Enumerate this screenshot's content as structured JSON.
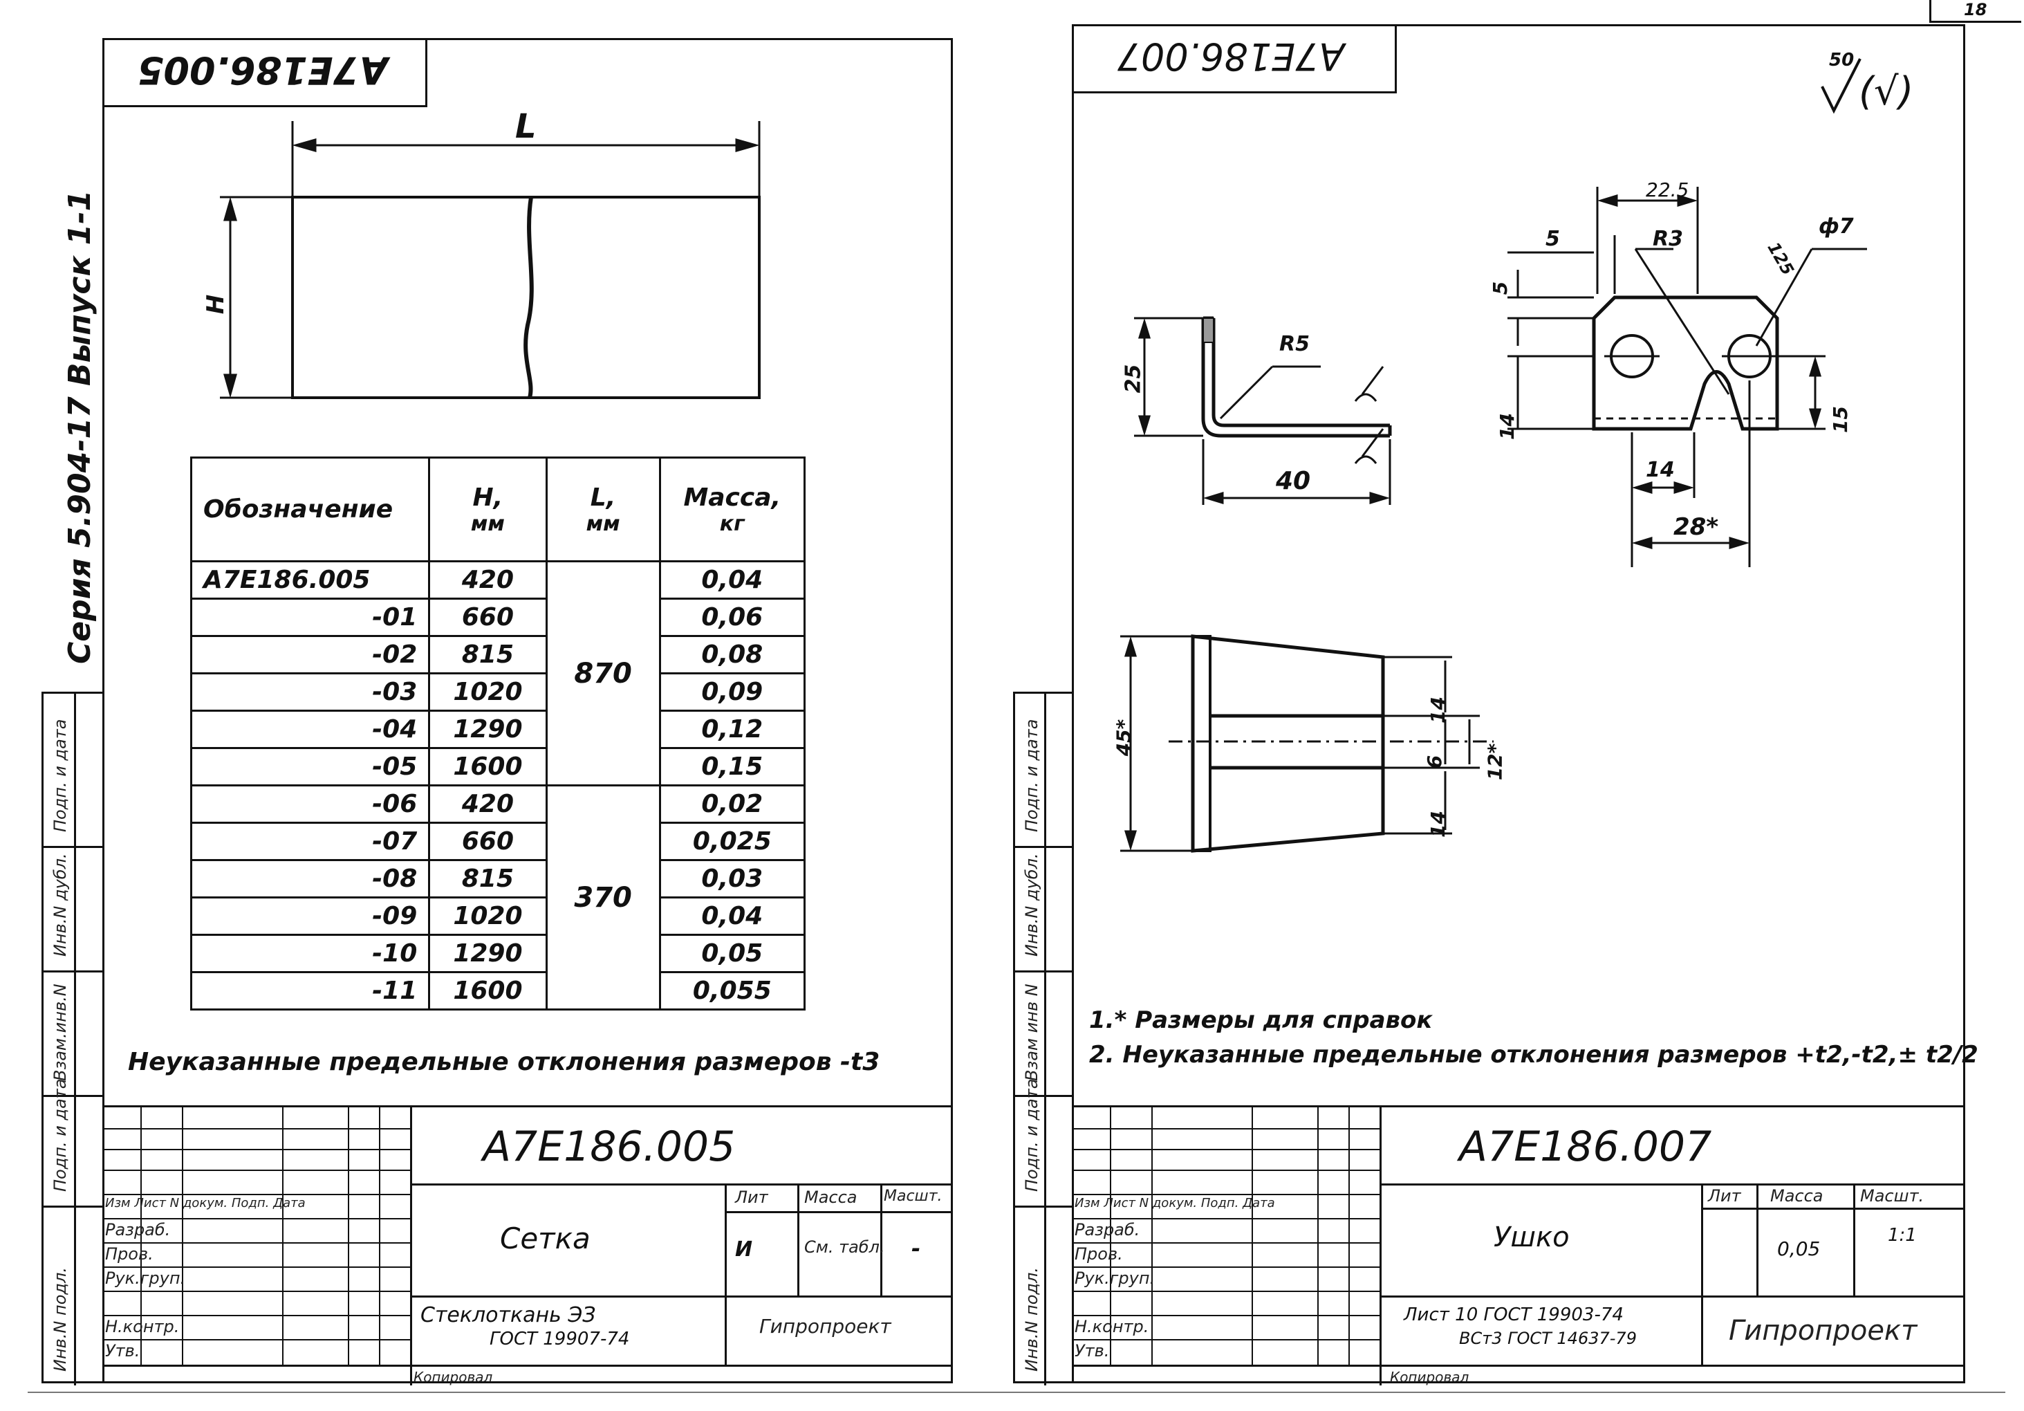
{
  "series_label": "Серия 5.904-17 Выпуск 1-1",
  "page_number": "18",
  "side_stamp_labels": [
    "Взам.инв.N",
    "Инв.N дубл.",
    "Подп. и дата",
    "Взам инв N",
    "Инв.N подл.",
    "Подп. и дата",
    "Инв.N подл."
  ],
  "left_sheet": {
    "header_code": "А7Е186.005",
    "drawing": {
      "dim_L": "L",
      "dim_H": "H"
    },
    "table": {
      "headers": [
        {
          "line1": "Обозначение",
          "line2": ""
        },
        {
          "line1": "H,",
          "line2": "мм"
        },
        {
          "line1": "L,",
          "line2": "мм"
        },
        {
          "line1": "Масса,",
          "line2": "кг"
        }
      ],
      "rows": [
        {
          "code": "А7Е186.005",
          "h": "420",
          "mass": "0,04"
        },
        {
          "code": "-01",
          "h": "660",
          "mass": "0,06"
        },
        {
          "code": "-02",
          "h": "815",
          "mass": "0,08"
        },
        {
          "code": "-03",
          "h": "1020",
          "mass": "0,09"
        },
        {
          "code": "-04",
          "h": "1290",
          "mass": "0,12"
        },
        {
          "code": "-05",
          "h": "1600",
          "mass": "0,15"
        },
        {
          "code": "-06",
          "h": "420",
          "mass": "0,02"
        },
        {
          "code": "-07",
          "h": "660",
          "mass": "0,025"
        },
        {
          "code": "-08",
          "h": "815",
          "mass": "0,03"
        },
        {
          "code": "-09",
          "h": "1020",
          "mass": "0,04"
        },
        {
          "code": "-10",
          "h": "1290",
          "mass": "0,05"
        },
        {
          "code": "-11",
          "h": "1600",
          "mass": "0,055"
        }
      ],
      "l_group1": "870",
      "l_group2": "370"
    },
    "note": "Неуказанные предельные отклонения размеров -t3",
    "title_block": {
      "code": "А7Е186.005",
      "name": "Сетка",
      "material_line1": "Стеклоткань ЭЗ",
      "material_line2": "ГОСТ 19907-74",
      "lit_header": "Лит",
      "mass_header": "Масса",
      "scale_header": "Масшт.",
      "lit_value": "И",
      "mass_value": "См. табл.",
      "scale_value": "-",
      "rows": [
        "Изм Лист N докум. Подп. Дата",
        "Разраб.",
        "Пров.",
        "Рук.груп.",
        "Н.контр.",
        "Утв."
      ],
      "org": "Гипропроект",
      "footer": "Копировал"
    }
  },
  "right_sheet": {
    "header_code": "А7Е186.007",
    "roughness": {
      "value": "50",
      "extra": "(√)"
    },
    "dims": {
      "d25": "25",
      "d40": "40",
      "r5": "R5",
      "d22_5": "22.5",
      "d5a": "5",
      "r3": "R3",
      "phi7": "ф7",
      "d125": "125",
      "d5b": "5",
      "d14a": "14",
      "d15": "15",
      "d14b": "14",
      "d28": "28*",
      "d45": "45*",
      "d14c": "14",
      "d12": "12*",
      "d6": "6",
      "d14d": "14"
    },
    "notes": [
      "1.* Размеры для справок",
      "2. Неуказанные предельные отклонения размеров +t2,-t2,± t2/2"
    ],
    "title_block": {
      "code": "А7Е186.007",
      "name": "Ушко",
      "lit_header": "Лит",
      "mass_header": "Масса",
      "scale_header": "Масшт.",
      "mass_value": "0,05",
      "scale_value": "1:1",
      "material_line1": "Лист 10 ГОСТ 19903-74",
      "material_line2": "ВСт3 ГОСТ 14637-79",
      "org": "Гипропроект",
      "footer": "Копировал"
    }
  }
}
